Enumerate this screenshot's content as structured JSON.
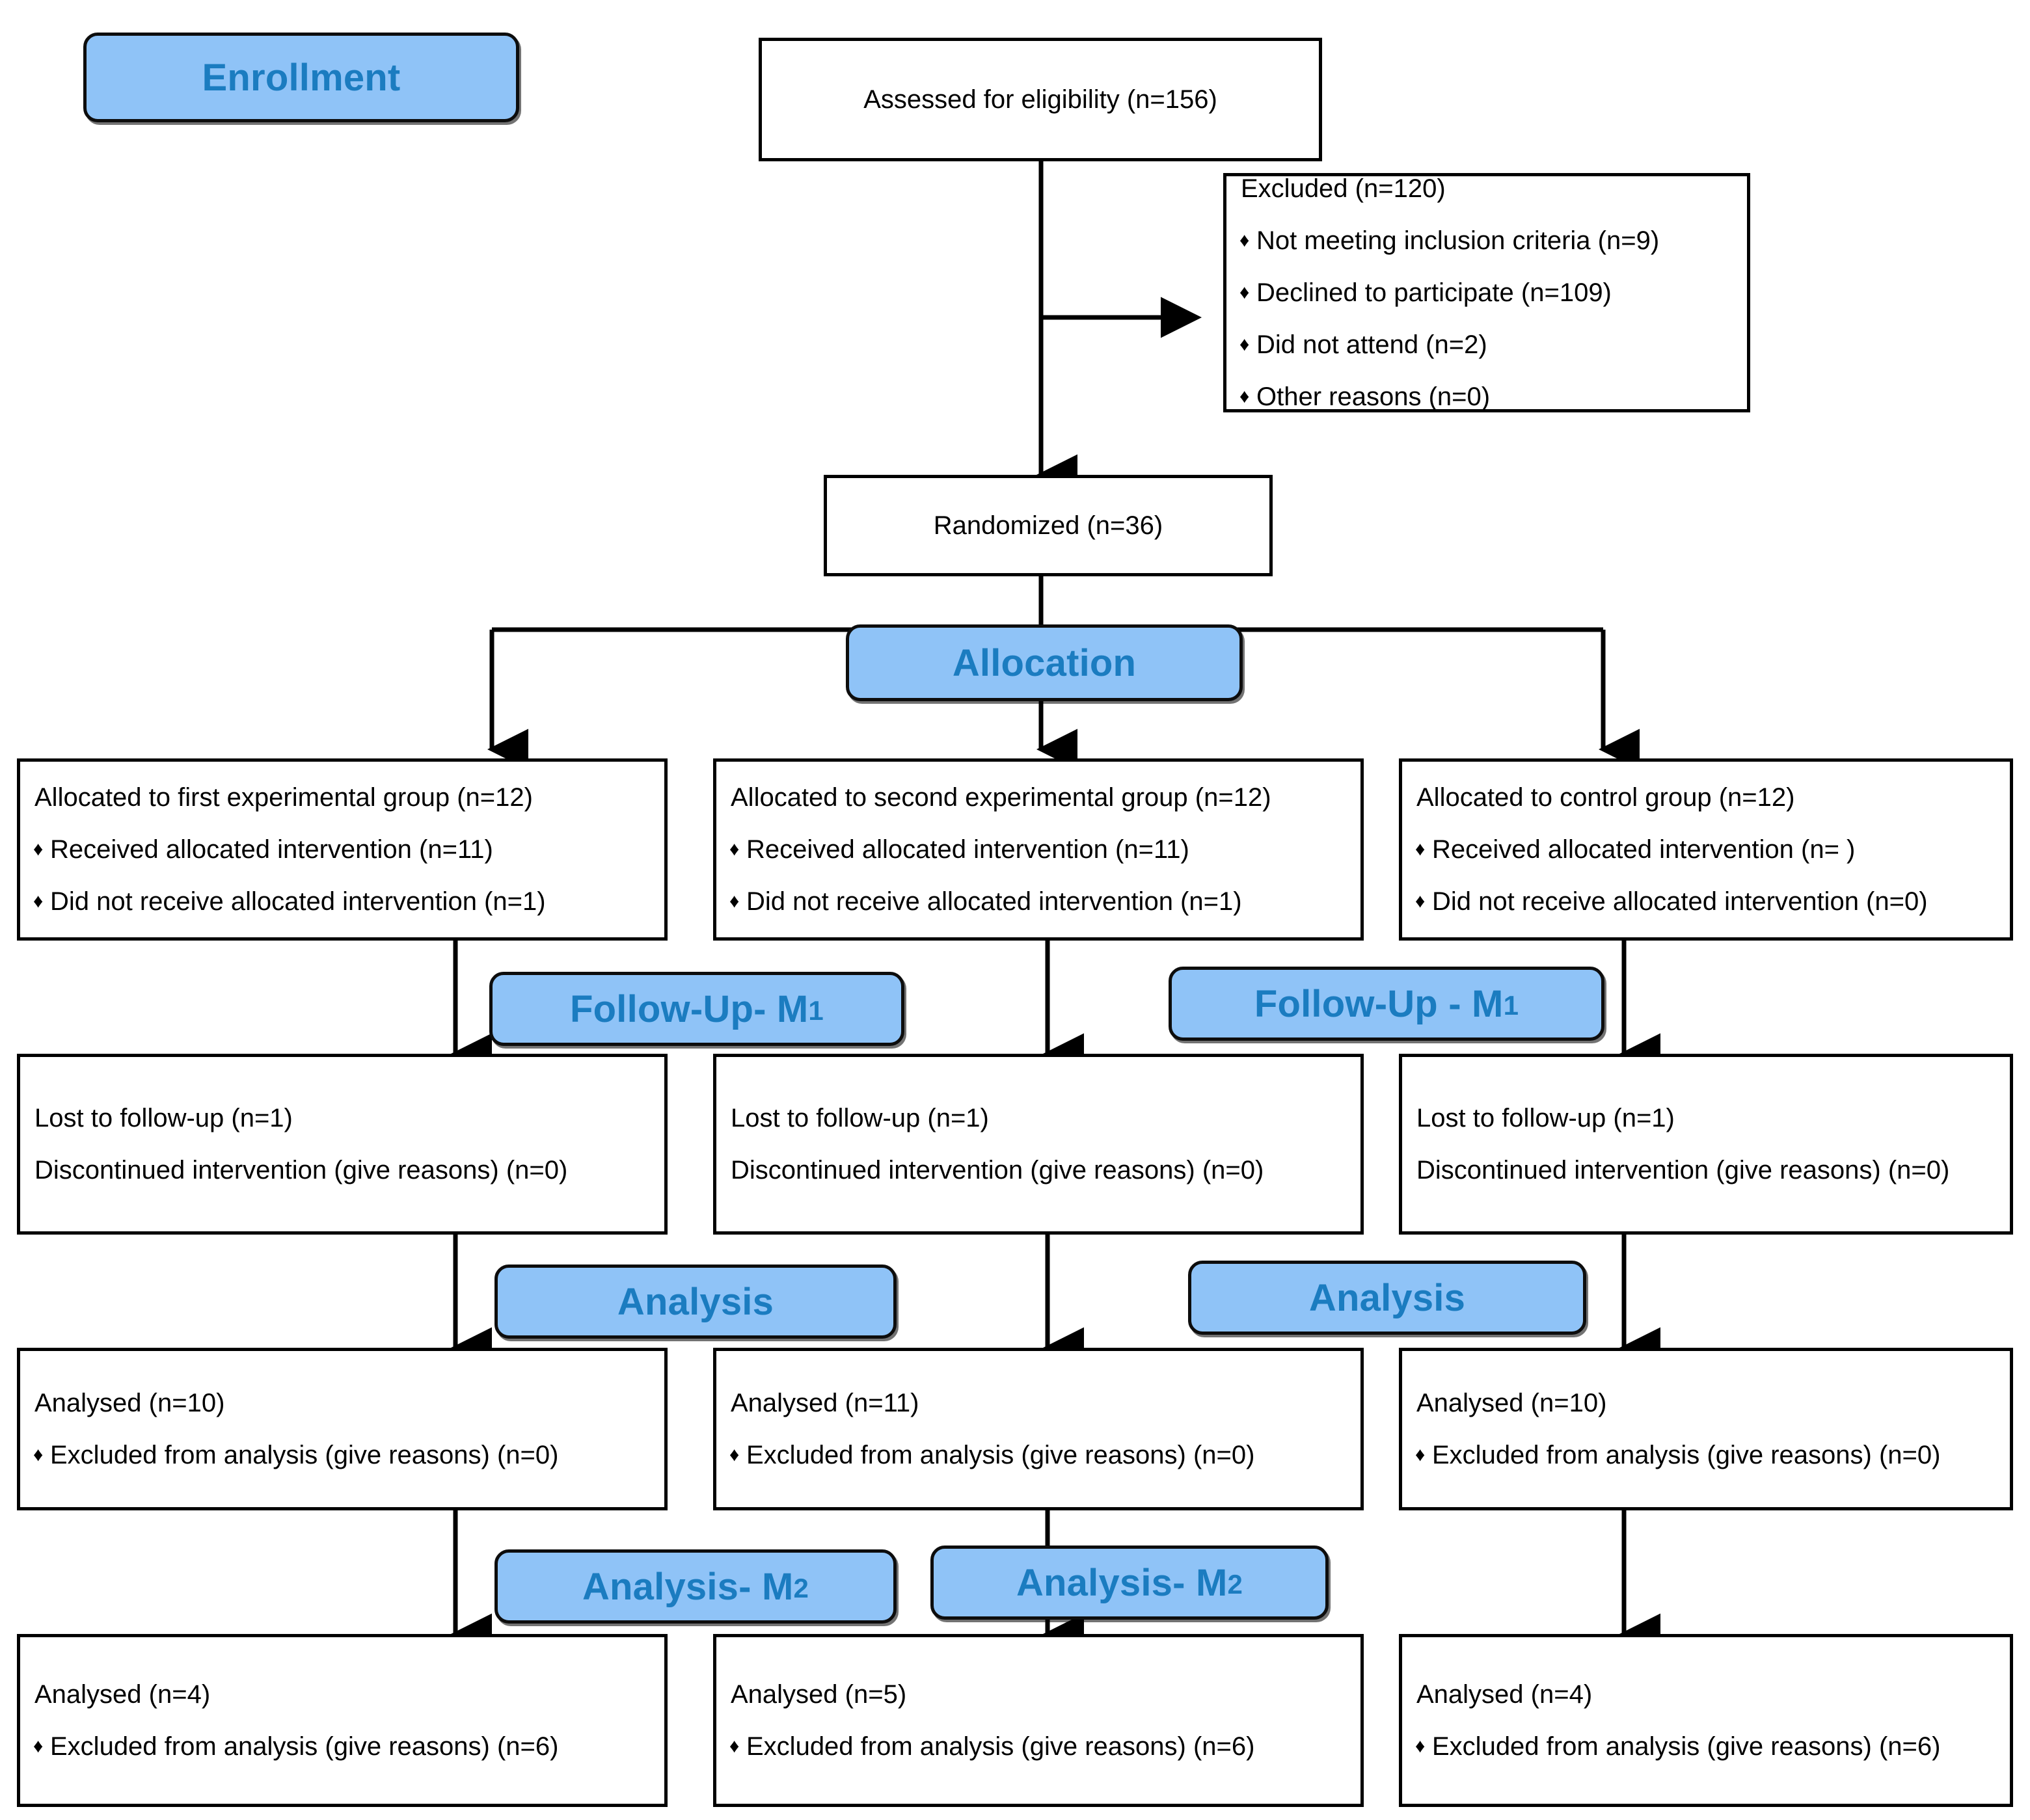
{
  "diagram": {
    "title": "CONSORT participant flow diagram",
    "accent_fill": "#8FC3F7",
    "accent_text": "#1B7CC0",
    "border_color": "#000000",
    "bullet_glyph": "♦"
  },
  "stage_labels": {
    "enrollment": "Enrollment",
    "allocation": "Allocation",
    "followup_left": "Follow-Up- M",
    "followup_left_sub": "1",
    "followup_right": "Follow-Up - M",
    "followup_right_sub": "1",
    "analysis_left": "Analysis",
    "analysis_right": "Analysis",
    "analysis_m2_left": "Analysis- M",
    "analysis_m2_left_sub": "2",
    "analysis_m2_right": "Analysis- M",
    "analysis_m2_right_sub": "2"
  },
  "enrollment": {
    "assessed": "Assessed for eligibility (n=156)",
    "excluded_title": "Excluded (n=120)",
    "excluded_reasons": [
      "Not meeting inclusion criteria (n=9)",
      "Declined to participate (n=109)",
      "Did not attend (n=2)",
      "Other reasons (n=0)"
    ],
    "randomized": "Randomized (n=36)"
  },
  "allocation_row": [
    {
      "title": "Allocated to first experimental group (n=12)",
      "items": [
        "Received allocated intervention (n=11)",
        "Did not receive allocated intervention (n=1)"
      ]
    },
    {
      "title": "Allocated to second experimental group (n=12)",
      "items": [
        "Received allocated intervention (n=11)",
        "Did not receive allocated intervention (n=1)"
      ]
    },
    {
      "title": "Allocated to control group (n=12)",
      "items": [
        "Received allocated intervention (n=  )",
        "Did not receive allocated intervention (n=0)"
      ]
    }
  ],
  "followup_row": [
    {
      "lost": "Lost to follow-up (n=1)",
      "discontinued": "Discontinued intervention (give reasons) (n=0)"
    },
    {
      "lost": "Lost to follow-up (n=1)",
      "discontinued": "Discontinued intervention (give reasons) (n=0)"
    },
    {
      "lost": "Lost to follow-up (n=1)",
      "discontinued": "Discontinued intervention (give reasons) (n=0)"
    }
  ],
  "analysis_row": [
    {
      "analysed": "Analysed (n=10)",
      "excluded": "Excluded from analysis (give reasons) (n=0)"
    },
    {
      "analysed": "Analysed (n=11)",
      "excluded": "Excluded from analysis (give reasons) (n=0)"
    },
    {
      "analysed": "Analysed (n=10)",
      "excluded": "Excluded from analysis (give reasons) (n=0)"
    }
  ],
  "analysis_m2_row": [
    {
      "analysed": "Analysed (n=4)",
      "excluded": "Excluded from analysis (give reasons) (n=6)"
    },
    {
      "analysed": "Analysed (n=5)",
      "excluded": "Excluded from analysis (give reasons) (n=6)"
    },
    {
      "analysed": "Analysed (n=4)",
      "excluded": "Excluded from analysis (give reasons) (n=6)"
    }
  ],
  "chart_data": {
    "type": "table",
    "title": "CONSORT flow — participant counts",
    "categories": [
      "First experimental",
      "Second experimental",
      "Control"
    ],
    "series": [
      {
        "name": "Allocated",
        "values": [
          12,
          12,
          12
        ]
      },
      {
        "name": "Received intervention",
        "values": [
          11,
          11,
          null
        ]
      },
      {
        "name": "Did not receive intervention",
        "values": [
          1,
          1,
          0
        ]
      },
      {
        "name": "Lost to follow-up (M1)",
        "values": [
          1,
          1,
          1
        ]
      },
      {
        "name": "Discontinued intervention",
        "values": [
          0,
          0,
          0
        ]
      },
      {
        "name": "Analysed (M1)",
        "values": [
          10,
          11,
          10
        ]
      },
      {
        "name": "Excluded from analysis (M1)",
        "values": [
          0,
          0,
          0
        ]
      },
      {
        "name": "Analysed (M2)",
        "values": [
          4,
          5,
          4
        ]
      },
      {
        "name": "Excluded from analysis (M2)",
        "values": [
          6,
          6,
          6
        ]
      }
    ],
    "screening": {
      "assessed_for_eligibility": 156,
      "excluded_total": 120,
      "not_meeting_inclusion_criteria": 9,
      "declined_to_participate": 109,
      "did_not_attend": 2,
      "other_reasons": 0,
      "randomized": 36
    }
  }
}
